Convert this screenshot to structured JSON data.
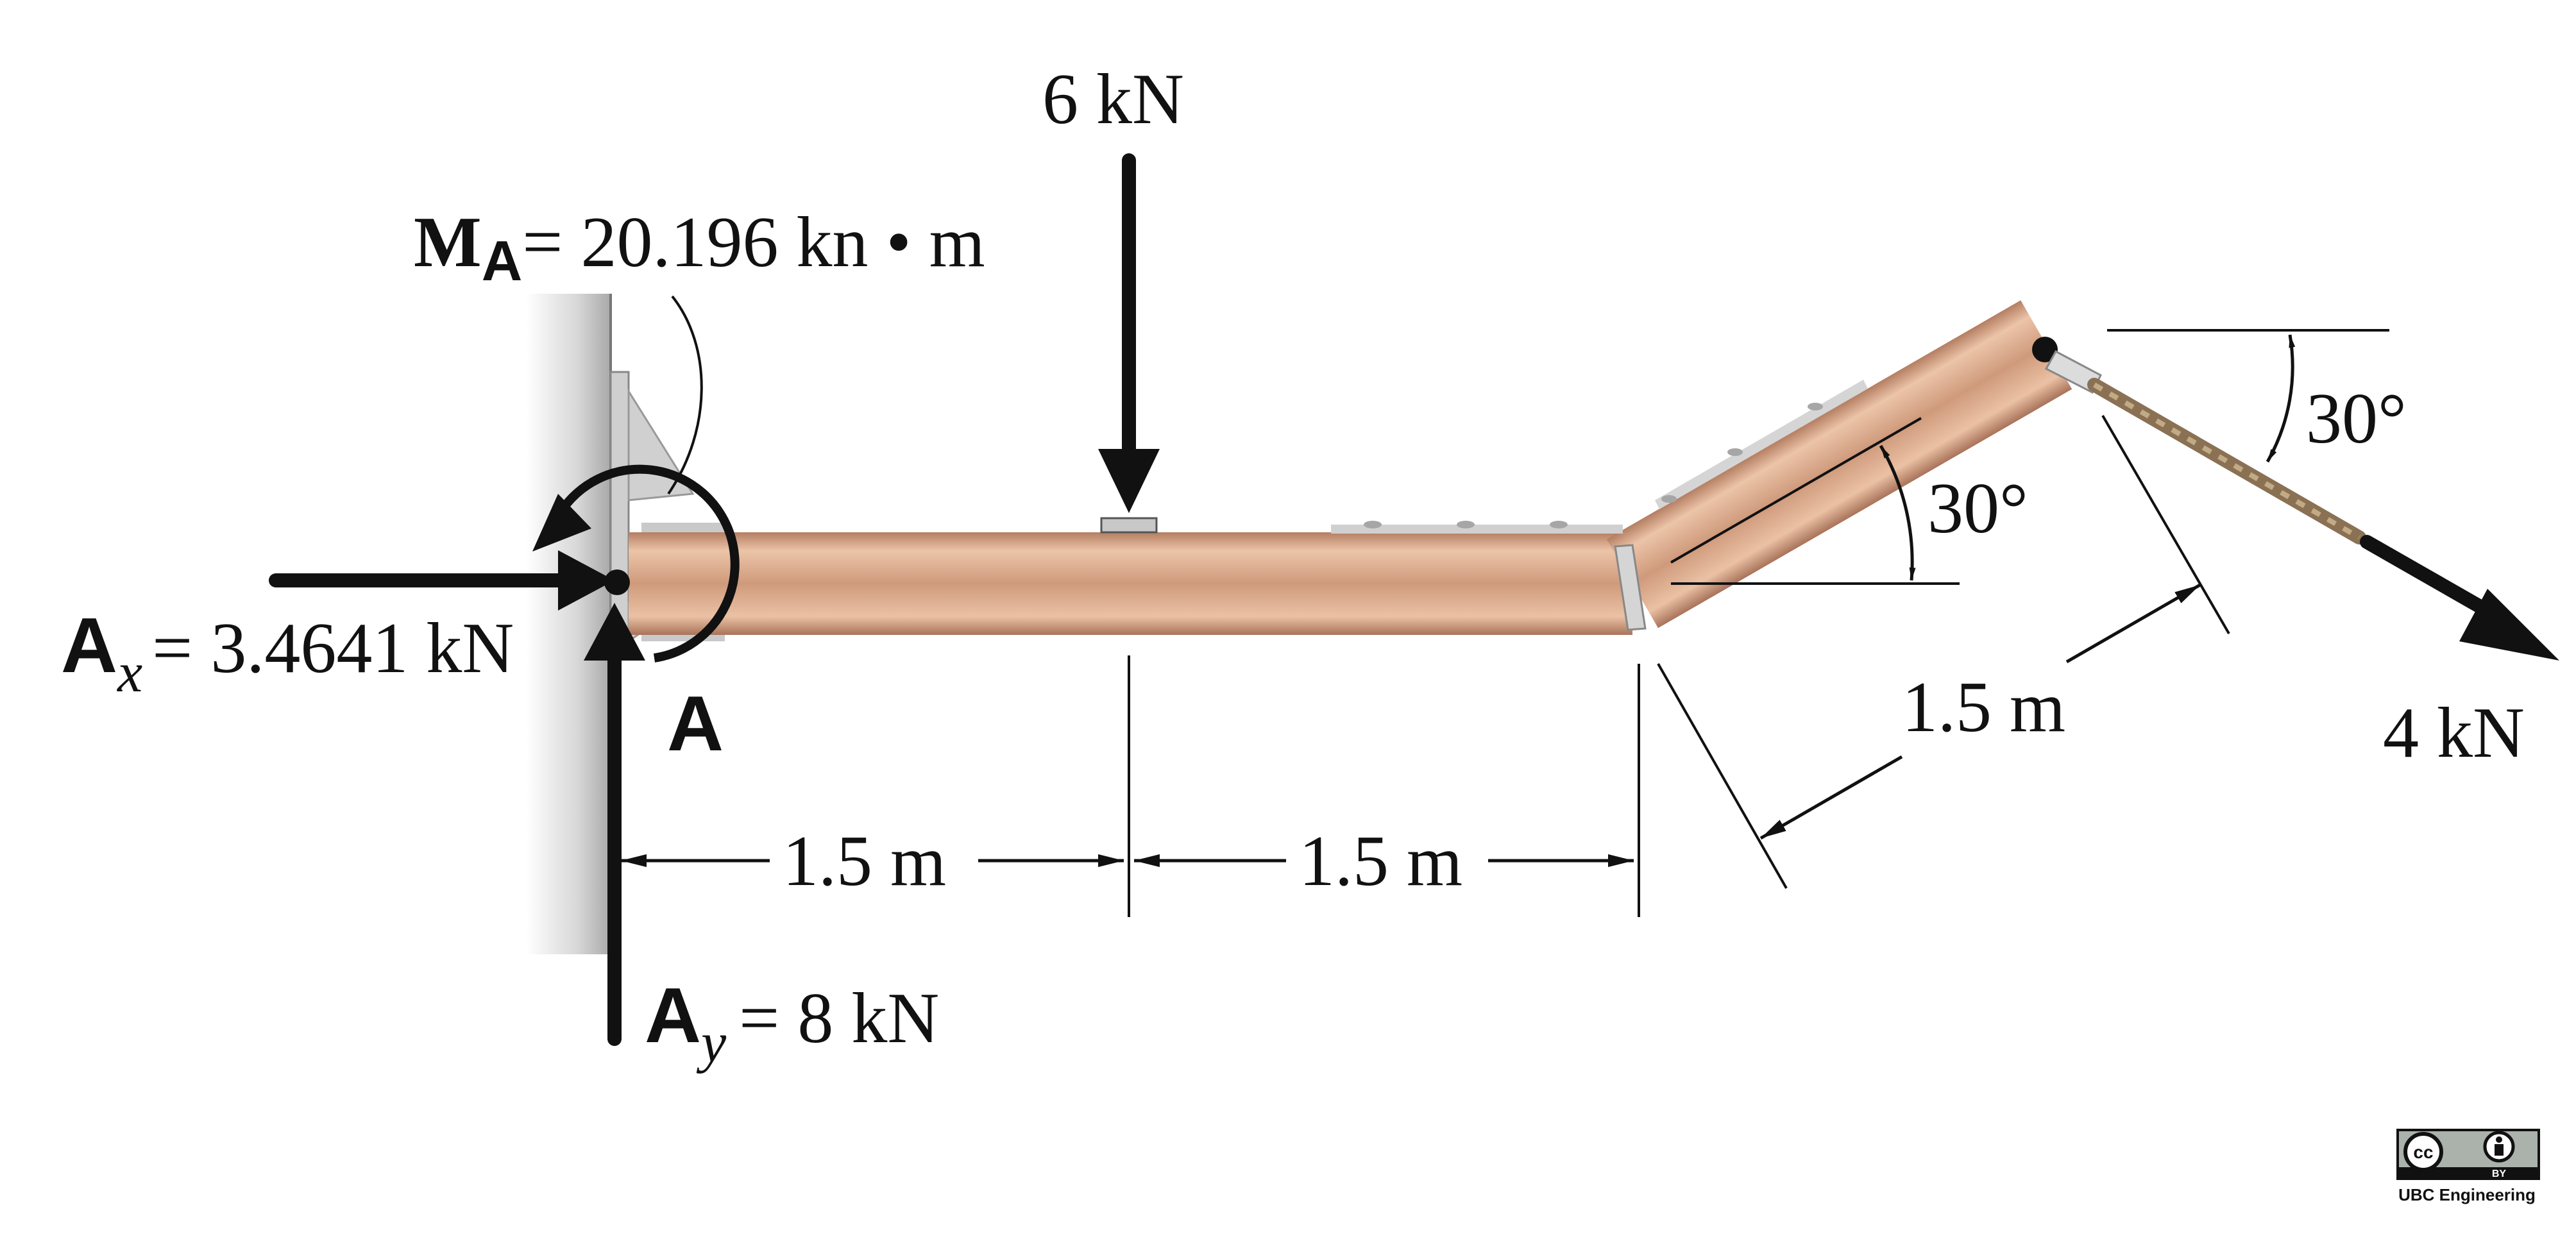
{
  "loads": {
    "vertical_load": "6 kN",
    "cable_load": "4 kN"
  },
  "reactions": {
    "moment_symbol": "M",
    "moment_subscript": "A",
    "moment_value": "= 20.196 kn • m",
    "ax_symbol": "A",
    "ax_subscript": "x",
    "ax_value": "= 3.4641 kN",
    "ay_symbol": "A",
    "ay_subscript": "y",
    "ay_value": "= 8 kN"
  },
  "support": {
    "point_label": "A"
  },
  "dimensions": {
    "segment_1": "1.5 m",
    "segment_2": "1.5 m",
    "inclined_segment": "1.5 m"
  },
  "angles": {
    "beam_angle": "30°",
    "cable_angle": "30°"
  },
  "license": {
    "cc_glyph": "cc",
    "by_label": "BY",
    "credit": "UBC Engineering"
  },
  "colors": {
    "beam": "#cf9a7c",
    "beam_highlight": "#ecc4a8",
    "beam_shadow": "#a8735a",
    "bracket": "#c9c9c9",
    "wall": "#d4d4d4",
    "force": "#111111"
  },
  "icons": {
    "cc_license": "creative-commons-by-icon"
  }
}
